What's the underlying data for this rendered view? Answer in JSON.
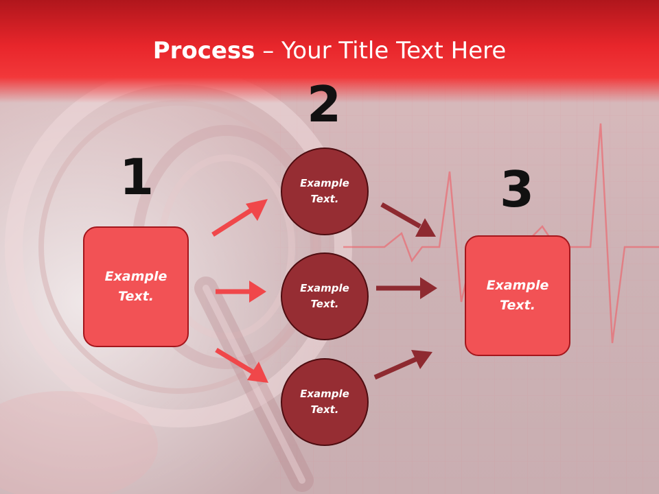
{
  "slide": {
    "title_strong": "Process",
    "title_rest": " – Your Title Text Here",
    "steps": [
      {
        "number": "1",
        "box_text": "Example Text."
      },
      {
        "number": "2",
        "circles": [
          "Example Text.",
          "Example Text.",
          "Example Text."
        ]
      },
      {
        "number": "3",
        "box_text": "Example Text."
      }
    ]
  },
  "colors": {
    "title_bar": "#e8262b",
    "box_fill": "#f25255",
    "circle_fill": "#962d33",
    "arrow_light": "#f0474a",
    "arrow_dark": "#8e2a30"
  }
}
